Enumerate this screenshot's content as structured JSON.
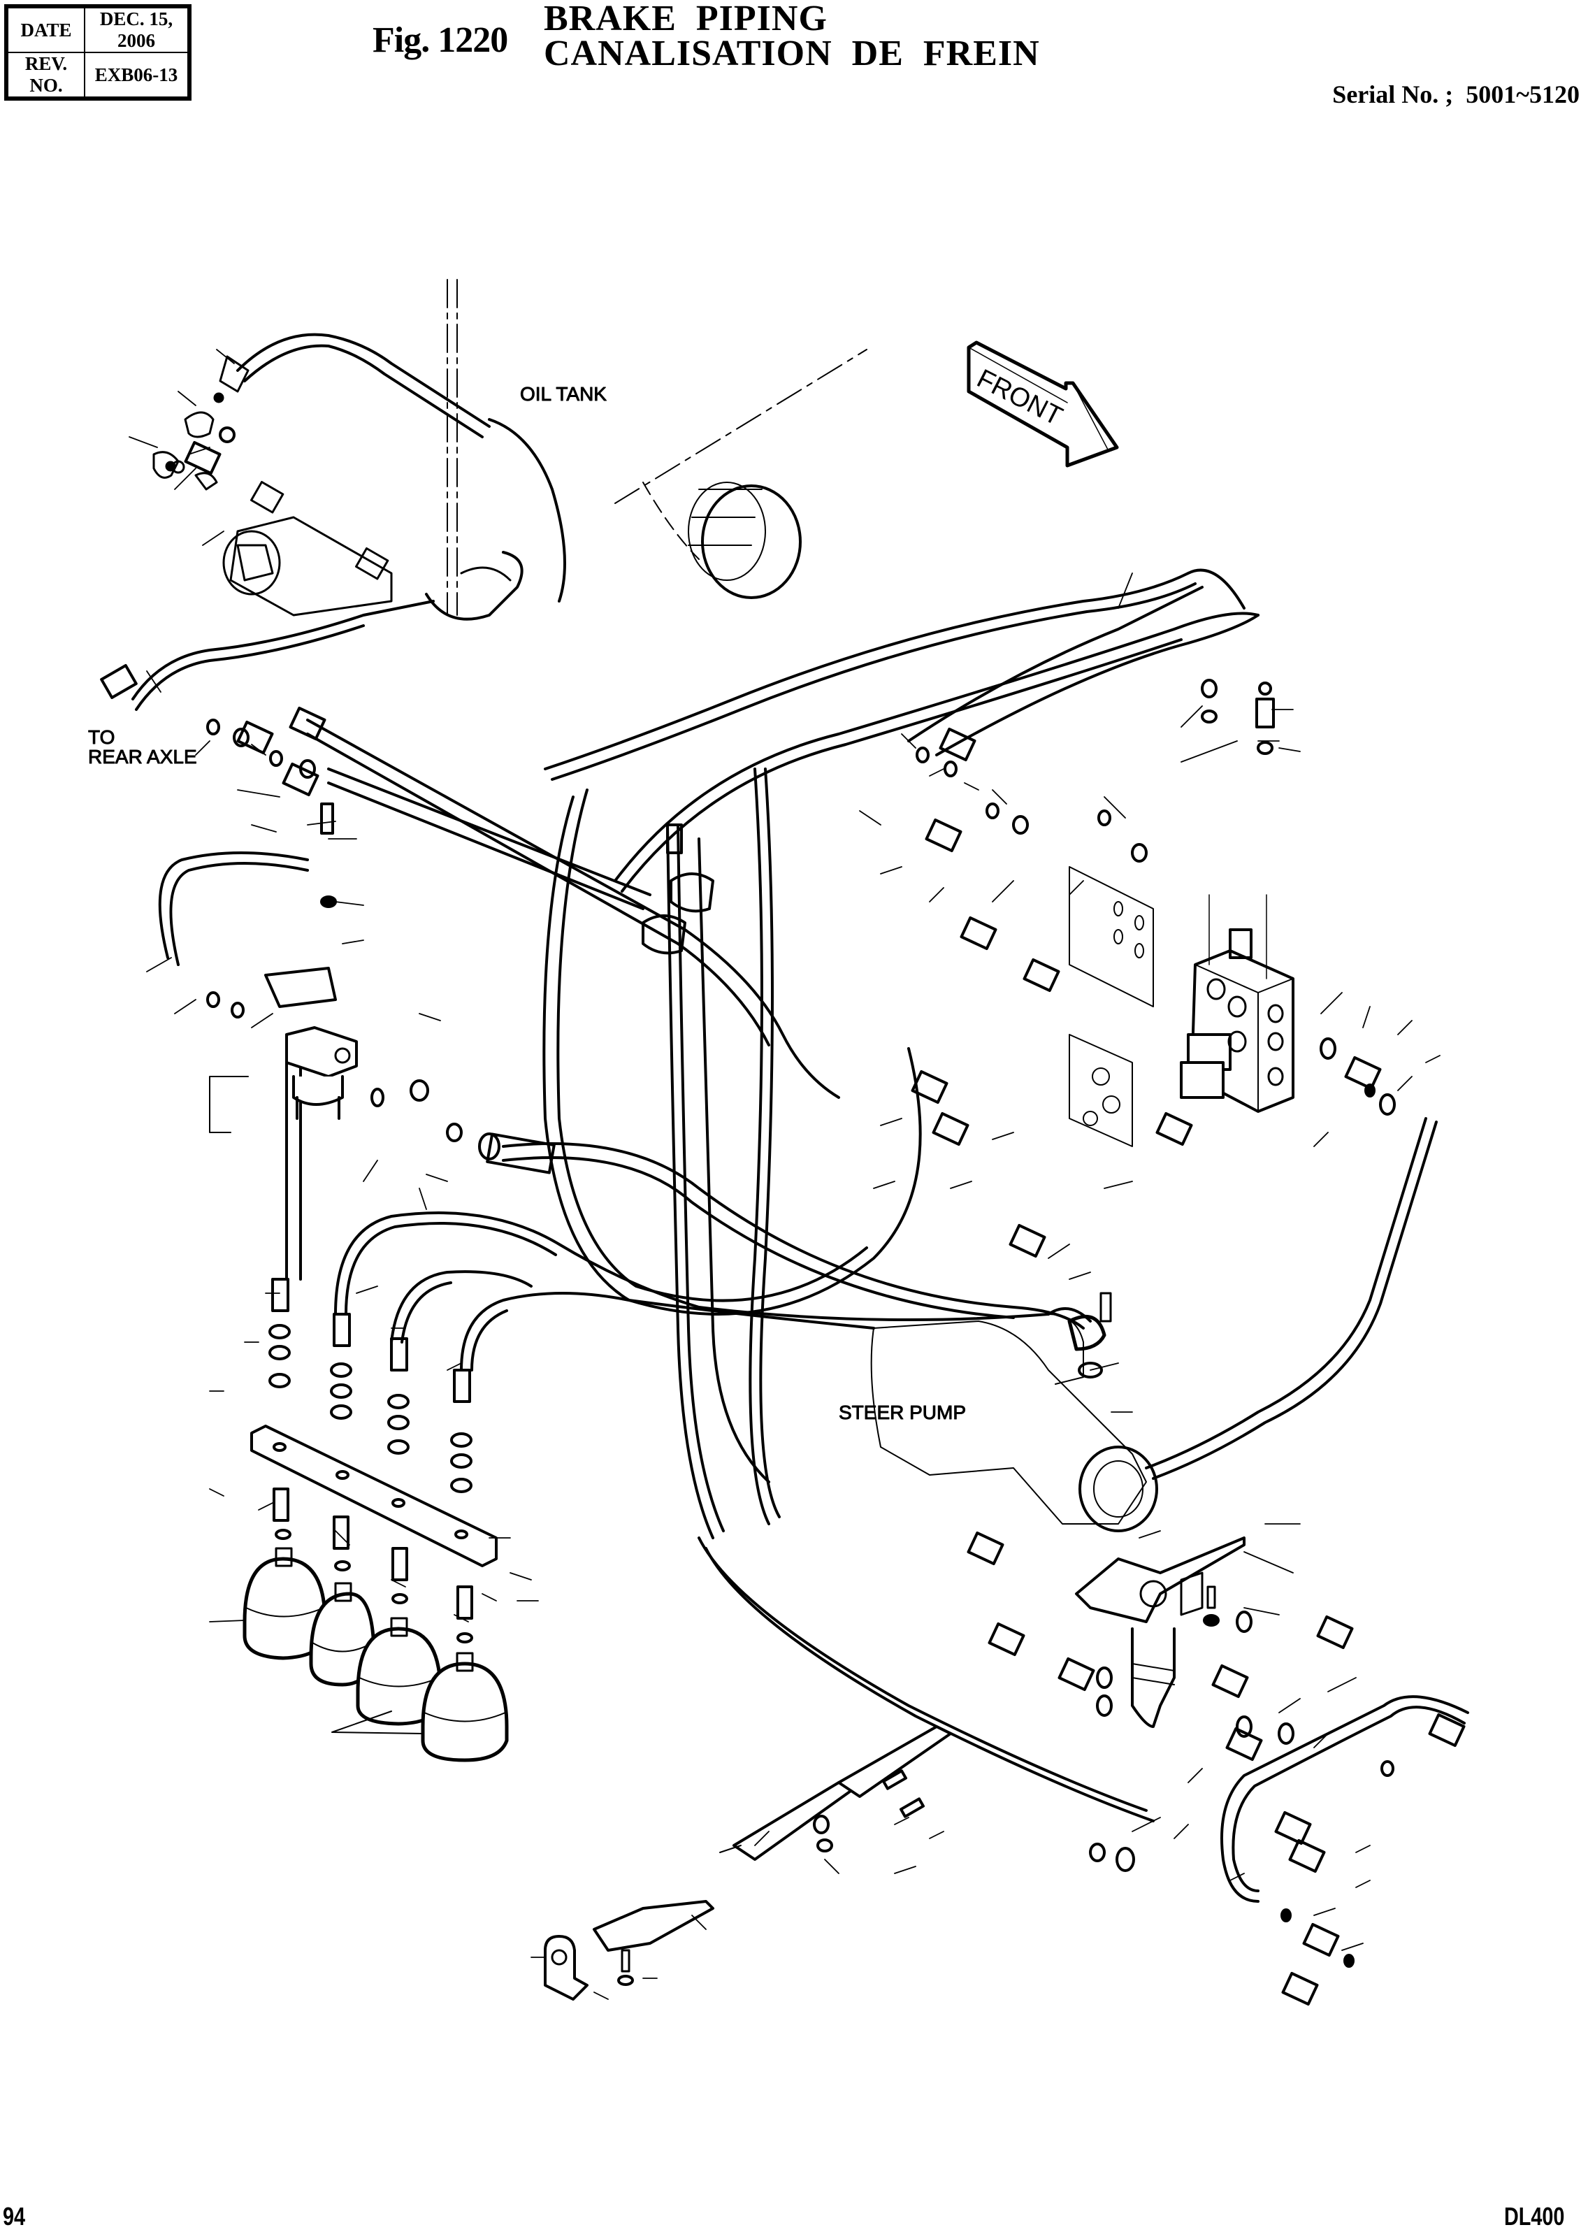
{
  "header": {
    "date_label": "DATE",
    "date_value": "DEC. 15, 2006",
    "rev_label": "REV. NO.",
    "rev_value": "EXB06-13",
    "figure_number": "Fig. 1220",
    "title_en": "BRAKE  PIPING",
    "title_fr": "CANALISATION  DE  FREIN",
    "serial": "Serial No. ;  5001~5120"
  },
  "diagram": {
    "labels": {
      "oil_tank": "OIL TANK",
      "front": "FRONT",
      "to": "TO",
      "rear_axle": "REAR AXLE",
      "steer_pump": "STEER PUMP"
    },
    "components": [
      "oil-tank",
      "front-direction-arrow",
      "brake-valve-block",
      "charging-valve-manifold",
      "filter",
      "accumulator-1",
      "accumulator-2",
      "accumulator-3",
      "accumulator-4",
      "accumulator-bracket",
      "steer-pump",
      "brake-pedal-valve",
      "parking-brake-pedal",
      "brake-hoses",
      "fittings-and-o-rings"
    ]
  },
  "footer": {
    "page_number": "94",
    "model": "DL400"
  }
}
